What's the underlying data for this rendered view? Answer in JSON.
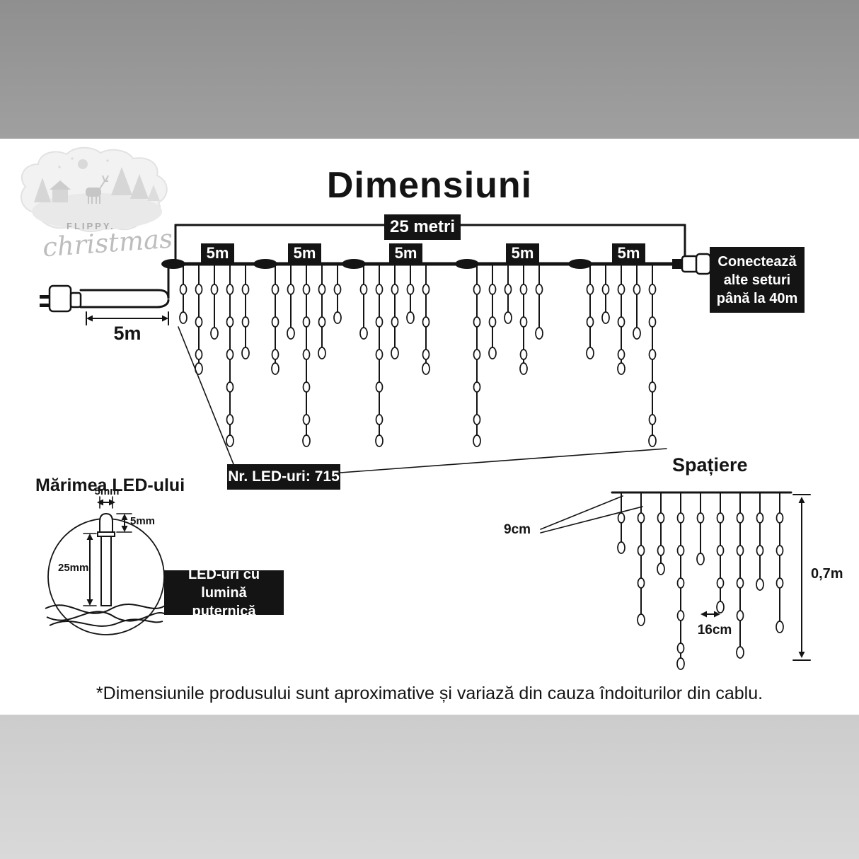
{
  "title": "Dimensiuni",
  "logo": {
    "brand": "FLIPPY.",
    "script": "christmas"
  },
  "diagram": {
    "total_label": "25 metri",
    "segments": [
      {
        "label": "5m"
      },
      {
        "label": "5m"
      },
      {
        "label": "5m"
      },
      {
        "label": "5m"
      },
      {
        "label": "5m"
      }
    ],
    "lead_label": "5m",
    "connect_lines": [
      "Conectează",
      "alte seturi",
      "până la 40m"
    ],
    "led_count": "Nr. LED-uri: 715"
  },
  "led_size": {
    "heading": "Mărimea LED-ului",
    "width": "5mm",
    "dome_height": "5mm",
    "body_height": "25mm",
    "callout_lines": [
      "LED-uri cu lumină",
      "puternică"
    ]
  },
  "spacing": {
    "heading": "Spațiere",
    "drop_gap": "9cm",
    "bulb_gap": "16cm",
    "drop_length": "0,7m"
  },
  "footnote": "*Dimensiunile produsului sunt aproximative și variază din cauza îndoiturilor din cablu.",
  "colors": {
    "box_bg": "#141414",
    "box_text": "#ffffff",
    "ink": "#141414"
  }
}
